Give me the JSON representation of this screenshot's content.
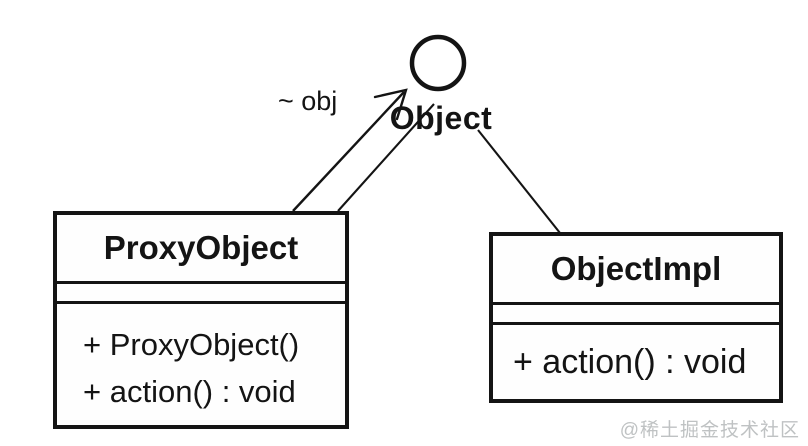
{
  "diagram": {
    "interface": {
      "name": "Object",
      "notation": "lollipop-circle"
    },
    "classes": [
      {
        "name": "ProxyObject",
        "attributes": [],
        "methods": [
          "+ ProxyObject()",
          "+ action() : void"
        ]
      },
      {
        "name": "ObjectImpl",
        "attributes": [],
        "methods": [
          "+ action() : void"
        ]
      }
    ],
    "relationships": [
      {
        "type": "association",
        "label": "~ obj",
        "from": "ProxyObject",
        "to": "Object"
      },
      {
        "type": "realization",
        "label": "",
        "from": "ProxyObject",
        "to": "Object"
      },
      {
        "type": "realization",
        "label": "",
        "from": "ObjectImpl",
        "to": "Object"
      }
    ],
    "watermark": "@稀土掘金技术社区",
    "colors": {
      "line": "#141414",
      "background": "#ffffff",
      "watermark": "#bfc2c3"
    }
  }
}
